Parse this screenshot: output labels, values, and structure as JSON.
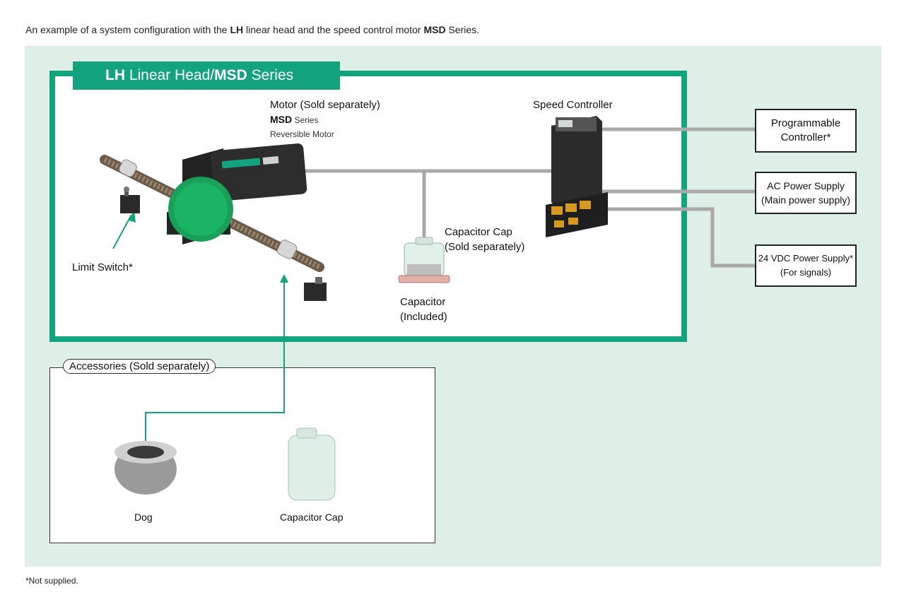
{
  "intro": {
    "prefix": "An example of a system configuration with the ",
    "lh": "LH",
    "middle": " linear head and the speed control motor ",
    "msd": "MSD",
    "suffix": " Series."
  },
  "title_tab": {
    "lh": "LH",
    "mid": " Linear Head/",
    "msd": "MSD",
    "suffix": " Series"
  },
  "motor": {
    "line1": "Motor (Sold separately)",
    "series_bold": "MSD",
    "series_rest": " Series",
    "line3": "Reversible Motor"
  },
  "speed_controller": "Speed Controller",
  "programmable_controller": {
    "line1": "Programmable",
    "line2": "Controller*"
  },
  "ac_power": {
    "line1": "AC Power Supply",
    "line2": "(Main power supply)"
  },
  "dc_power": {
    "line1": "24 VDC Power Supply*",
    "line2": "(For signals)"
  },
  "capacitor_cap": {
    "line1": "Capacitor Cap",
    "line2": "(Sold separately)"
  },
  "capacitor": {
    "line1": "Capacitor",
    "line2": "(Included)"
  },
  "limit_switch": "Limit Switch*",
  "accessories": {
    "label": "Accessories (Sold separately)",
    "dog": "Dog",
    "capacitor_cap": "Capacitor Cap"
  },
  "footnote": "*Not supplied.",
  "colors": {
    "accent": "#14a37f",
    "panel": "#deefe8",
    "wire": "#a9a9a9"
  }
}
